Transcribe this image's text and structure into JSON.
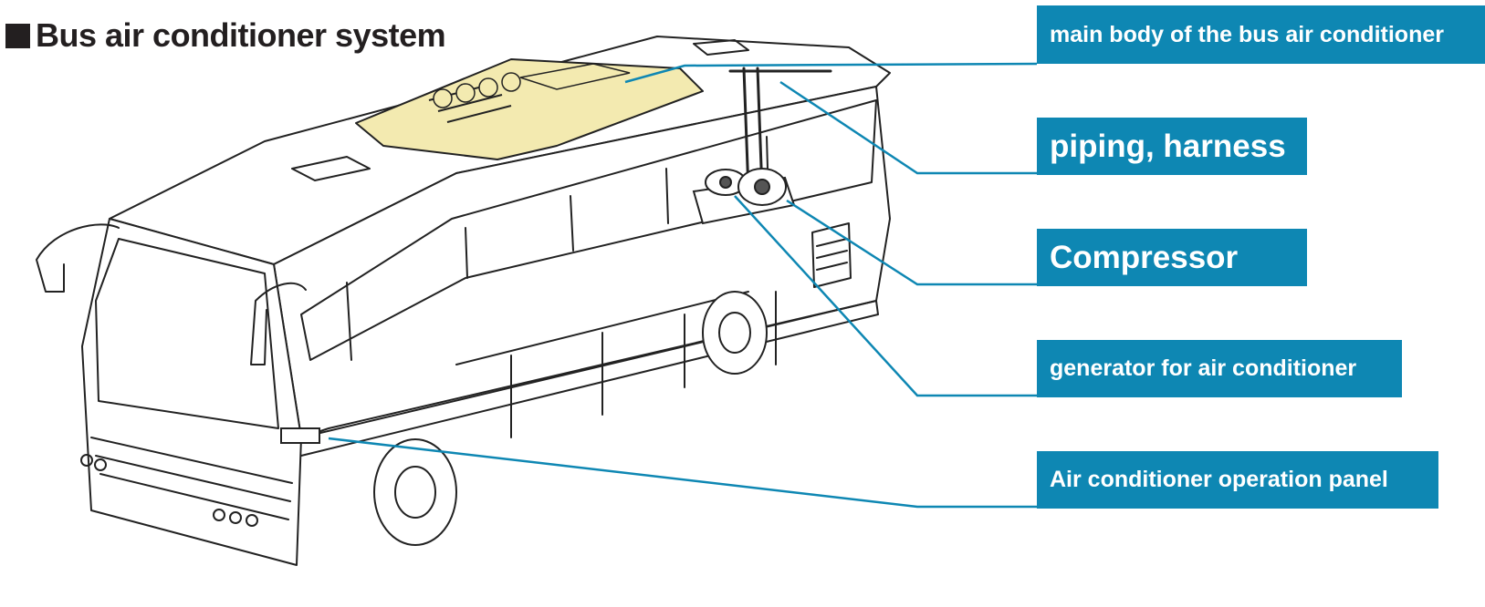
{
  "title": "Bus air conditioner system",
  "labels": [
    {
      "id": "main-body",
      "text": "main body of the bus air conditioner"
    },
    {
      "id": "piping",
      "text": "piping, harness"
    },
    {
      "id": "compressor",
      "text": "Compressor"
    },
    {
      "id": "generator",
      "text": "generator for air conditioner"
    },
    {
      "id": "panel",
      "text": "Air conditioner operation panel"
    }
  ],
  "colors": {
    "accent": "#0e87b3",
    "ac_unit_fill": "#f3eab0",
    "outline": "#222222"
  }
}
